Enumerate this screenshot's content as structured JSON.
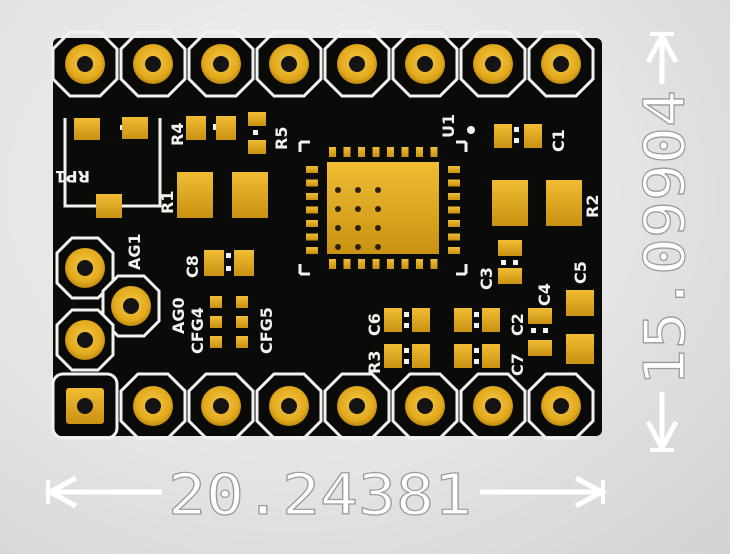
{
  "board": {
    "colors": {
      "substrate": "#0a0a08",
      "pad_gold": "#e2aa1c",
      "pad_gold_dark": "#b07c0c",
      "silkscreen": "#f2f2f2",
      "hole": "#141414"
    }
  },
  "dimensions": {
    "width_label": "20.24381",
    "height_label": "15.09904"
  },
  "labels": {
    "U1": "U1",
    "R1": "R1",
    "R2": "R2",
    "R3": "R3",
    "R4": "R4",
    "R5": "R5",
    "RP1": "RP1",
    "C1": "C1",
    "C2": "C2",
    "C3": "C3",
    "C4": "C4",
    "C5": "C5",
    "C6": "C6",
    "C7": "C7",
    "C8": "C8",
    "AG0": "AG0",
    "AG1": "AG1",
    "CFG4": "CFG4",
    "CFG5": "CFG5"
  }
}
